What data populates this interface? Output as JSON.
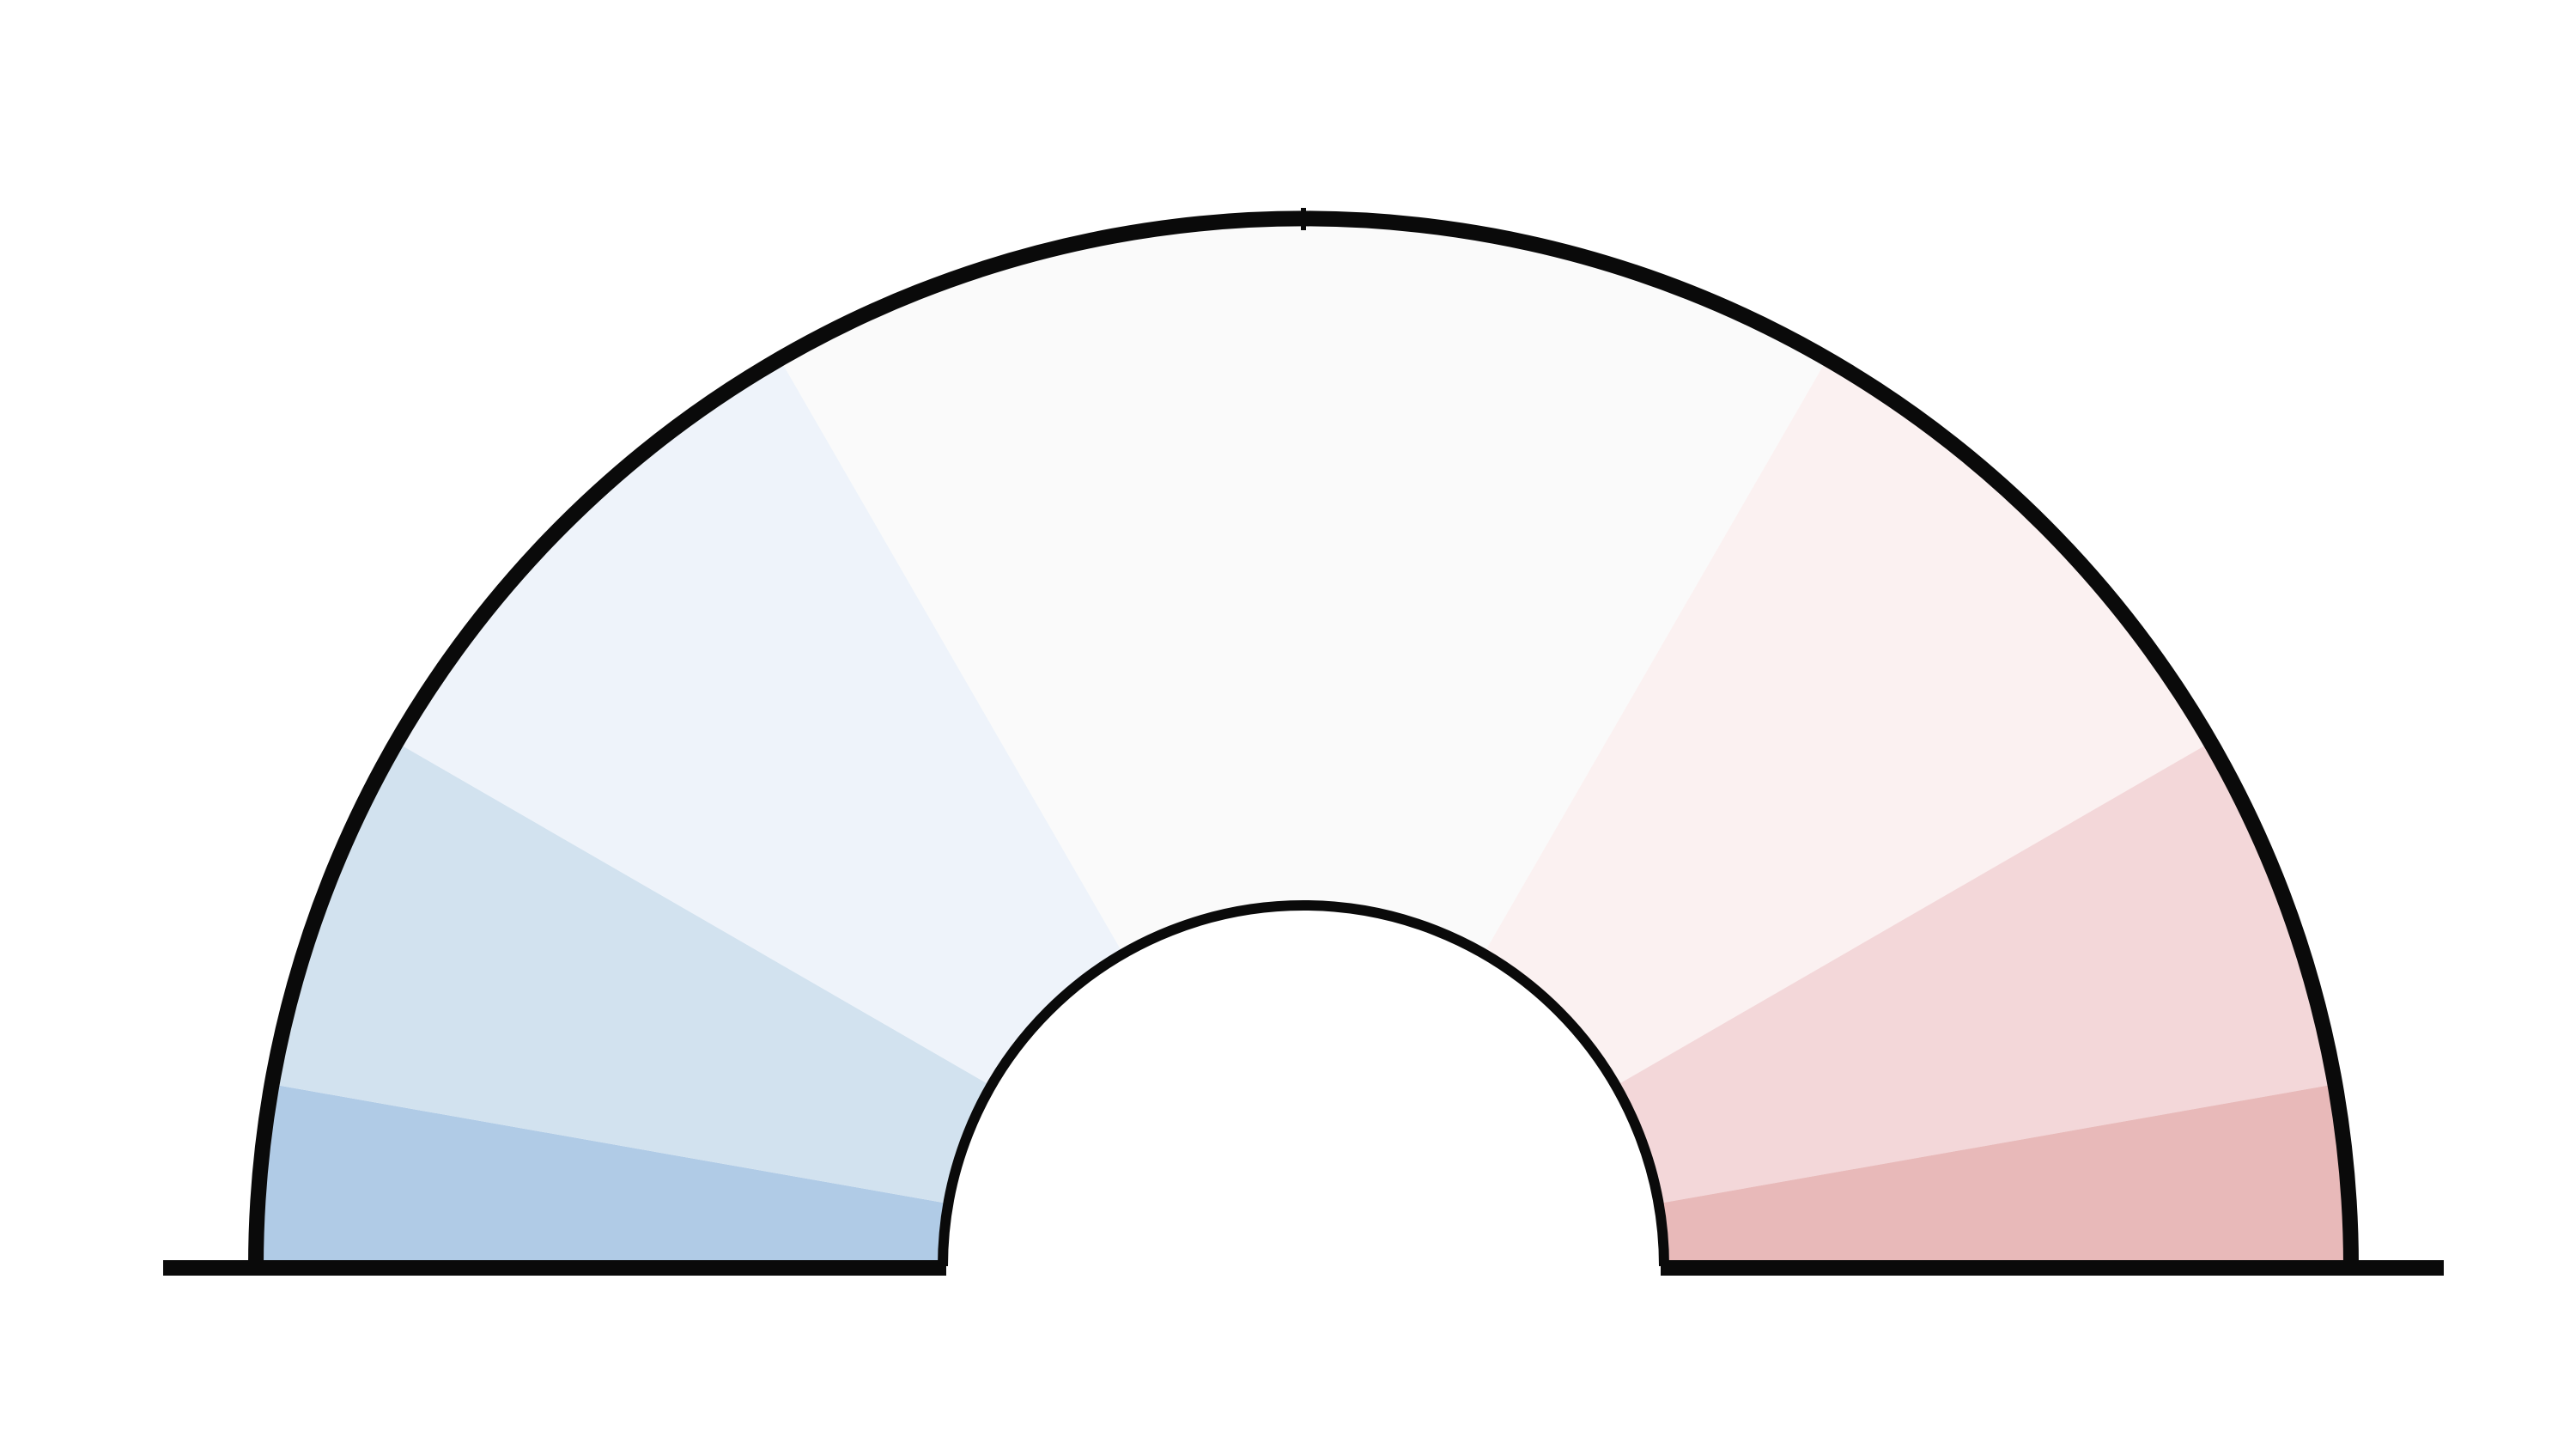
{
  "gauge": {
    "type": "semicircle-gauge",
    "segments": [
      {
        "color": "#b0cbe6"
      },
      {
        "color": "#d2e2ef"
      },
      {
        "color": "#eef3fa"
      },
      {
        "color": "#fafafa"
      },
      {
        "color": "#fbf1f1"
      },
      {
        "color": "#f3d7d9"
      },
      {
        "color": "#e8b9b9"
      }
    ],
    "segment_boundaries_deg": [
      0,
      10,
      30,
      60,
      120,
      150,
      170,
      180
    ],
    "outline_color": "#0a0a0a",
    "background_color": "#ffffff"
  }
}
